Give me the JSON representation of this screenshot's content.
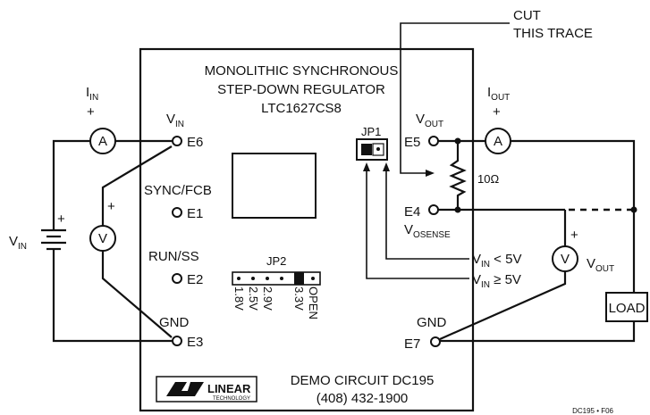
{
  "board": {
    "title_line1": "MONOLITHIC SYNCHRONOUS",
    "title_line2": "STEP-DOWN REGULATOR",
    "part": "LTC1627CS8",
    "demo": "DEMO CIRCUIT DC195",
    "phone": "(408) 432-1900",
    "logo_text": "LINEAR",
    "logo_sub": "TECHNOLOGY"
  },
  "annotations": {
    "cut_line1": "CUT",
    "cut_line2": "THIS TRACE",
    "figure_code": "DC195 • F06"
  },
  "terminals": {
    "e6": "E6",
    "e1": "E1",
    "e2": "E2",
    "e3": "E3",
    "e5": "E5",
    "e4": "E4",
    "e7": "E7",
    "vin_label": "V",
    "vin_sub": "IN",
    "sync_label": "SYNC/FCB",
    "run_label": "RUN/SS",
    "gnd_left": "GND",
    "gnd_right": "GND",
    "vout_label": "V",
    "vout_sub": "OUT",
    "vosense_label": "V",
    "vosense_sub": "OSENSE"
  },
  "jumpers": {
    "jp1": "JP1",
    "jp2": "JP2",
    "jp2_options": [
      "1.8V",
      "2.5V",
      "2.9V",
      "3.3V",
      "OPEN"
    ],
    "jp1_lt_main": "V",
    "jp1_lt_sub": "IN",
    "jp1_lt_rest": " < 5V",
    "jp1_ge_main": "V",
    "jp1_ge_sub": "IN",
    "jp1_ge_rest": " ≥ 5V"
  },
  "instruments": {
    "ammeter_symbol": "A",
    "voltmeter_symbol": "V",
    "iin_main": "I",
    "iin_sub": "IN",
    "iout_main": "I",
    "iout_sub": "OUT",
    "plus": "+",
    "battery_main": "V",
    "battery_sub": "IN",
    "vout_meter_main": "V",
    "vout_meter_sub": "OUT"
  },
  "components": {
    "resistor": "10Ω",
    "load": "LOAD"
  }
}
